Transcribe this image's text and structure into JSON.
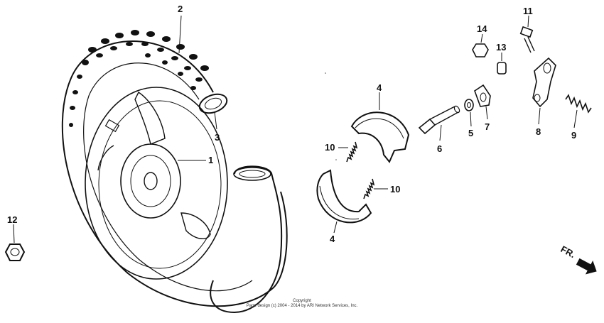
{
  "callouts": {
    "c1": "1",
    "c2": "2",
    "c3": "3",
    "c4a": "4",
    "c4b": "4",
    "c5": "5",
    "c6": "6",
    "c7": "7",
    "c8": "8",
    "c9": "9",
    "c10a": "10",
    "c10b": "10",
    "c11": "11",
    "c12": "12",
    "c13": "13",
    "c14": "14"
  },
  "direction_label": "FR.",
  "copyright": {
    "line1": "Copyright",
    "line2": "Page design (c) 2004 - 2014 by ARI Network Services, Inc."
  }
}
